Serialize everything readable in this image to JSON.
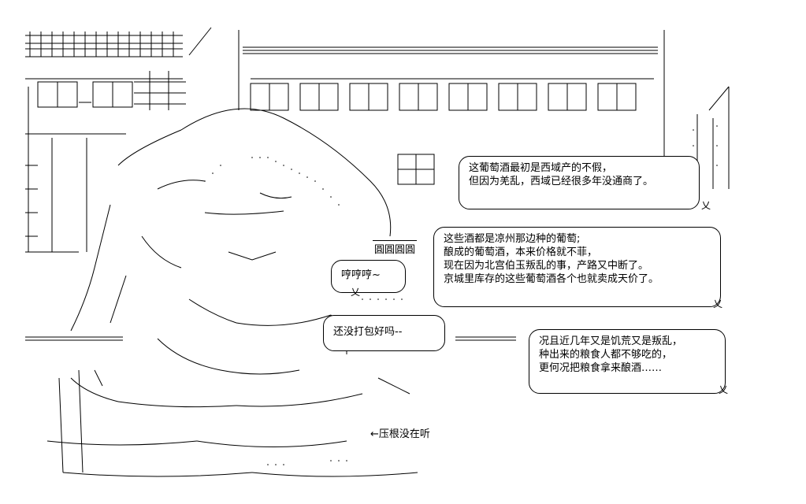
{
  "sign": {
    "text": "圓圓圓圓"
  },
  "bubbles": {
    "wine_origin": {
      "lines": [
        "这葡萄酒最初是西域产的不假，",
        "但因为羌乱，西域已经很多年没通商了。"
      ]
    },
    "liangzhou": {
      "lines": [
        "这些酒都是凉州那边种的葡萄;",
        "酿成的葡萄酒，本来价格就不菲，",
        "现在因为北宫伯玉叛乱的事，产路又中断了。",
        "京城里库存的这些葡萄酒各个也就卖成天价了。"
      ]
    },
    "famine": {
      "lines": [
        "况且近几年又是饥荒又是叛乱，",
        "种出来的粮食人都不够吃的，",
        "更何况把粮食拿来酿酒……"
      ]
    },
    "hum": {
      "text": "哼哼哼~"
    },
    "not_packed": {
      "text": "还没打包好吗--"
    }
  },
  "aside": {
    "text": "←压根没在听"
  },
  "tail_glyph": "乂"
}
